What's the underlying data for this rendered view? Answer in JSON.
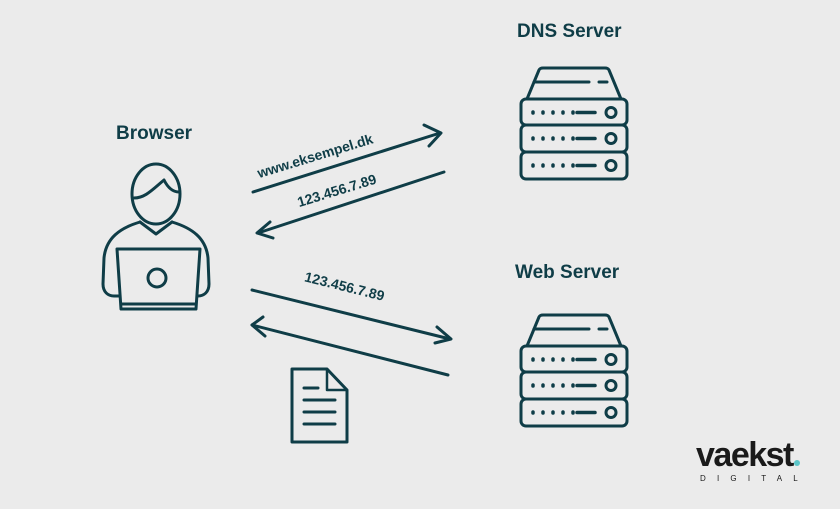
{
  "colors": {
    "background": "#ebebeb",
    "ink": "#0f3d47",
    "logo_text": "#1a1a1a",
    "logo_accent": "#5cc6c9"
  },
  "nodes": {
    "browser": {
      "label": "Browser",
      "icon": "person-with-laptop-icon"
    },
    "dns_server": {
      "label": "DNS Server",
      "icon": "server-rack-icon"
    },
    "web_server": {
      "label": "Web Server",
      "icon": "server-rack-icon"
    }
  },
  "flows": [
    {
      "from": "browser",
      "to": "dns_server",
      "label": "www.eksempel.dk"
    },
    {
      "from": "dns_server",
      "to": "browser",
      "label": "123.456.7.89"
    },
    {
      "from": "browser",
      "to": "web_server",
      "label": "123.456.7.89"
    },
    {
      "from": "web_server",
      "to": "browser",
      "label": "",
      "payload_icon": "document-icon"
    }
  ],
  "logo": {
    "word": "vaekst",
    "sub": "DIGITAL"
  }
}
